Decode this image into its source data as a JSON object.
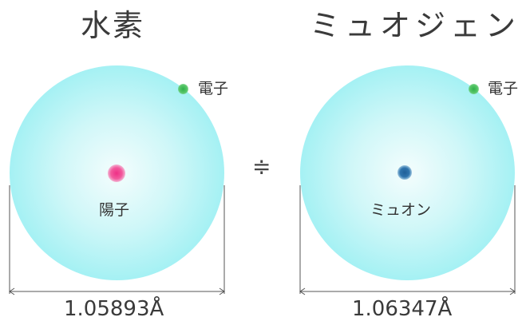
{
  "titles": {
    "left": "水素",
    "right": "ミュオジェン"
  },
  "labels": {
    "electron": "電子",
    "proton": "陽子",
    "muon": "ミュオン"
  },
  "comparison_symbol": "≑",
  "dimensions": {
    "left": "1.05893Å",
    "right": "1.06347Å"
  },
  "colors": {
    "electron_cloud": "#9ff0f3",
    "proton": "#ef2f86",
    "muon": "#1f5f98",
    "electron": "#2fb04a",
    "text": "#333333"
  }
}
